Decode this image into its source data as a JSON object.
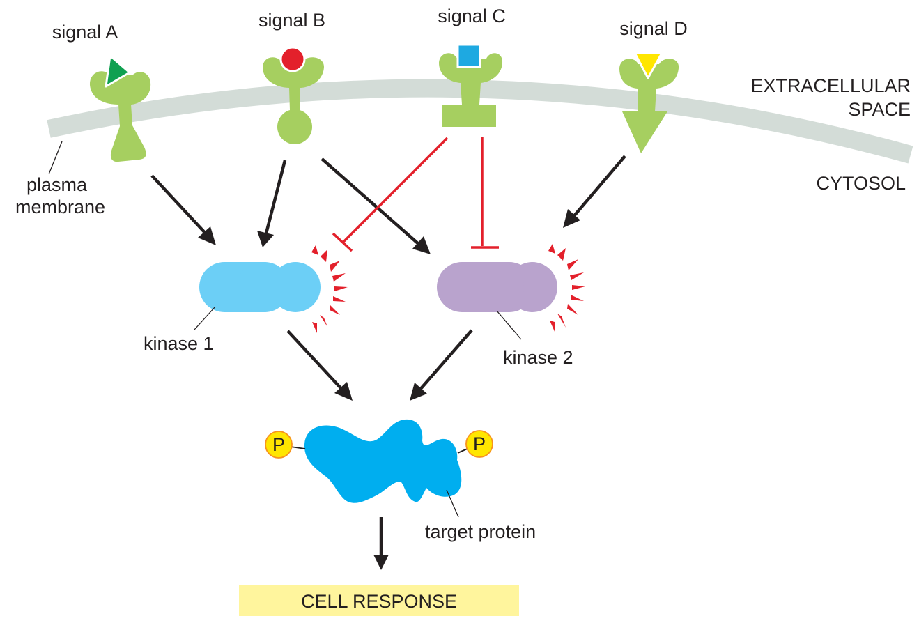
{
  "labels": {
    "signal_a": "signal A",
    "signal_b": "signal B",
    "signal_c": "signal C",
    "signal_d": "signal D",
    "extracellular_line1": "EXTRACELLULAR",
    "extracellular_line2": "SPACE",
    "cytosol": "CYTOSOL",
    "membrane_line1": "plasma",
    "membrane_line2": "membrane",
    "kinase_1": "kinase 1",
    "kinase_2": "kinase 2",
    "phosphate": "P",
    "target_protein": "target protein",
    "cell_response": "CELL RESPONSE"
  },
  "colors": {
    "membrane": "#d3dcd7",
    "receptor": "#a6cf60",
    "signal_a": "#10a050",
    "signal_b": "#e3202b",
    "signal_c": "#1ea9e1",
    "signal_d": "#ffe600",
    "kinase_1": "#6ccff6",
    "kinase_2": "#b9a3cd",
    "activation_spikes": "#e3202b",
    "target_protein": "#00aeef",
    "phosphate": "#ffe600",
    "arrows": "#231f20",
    "inhibition": "#e3202b",
    "cell_response_box": "#fff59d"
  },
  "icons": {
    "signal_a": "triangle",
    "signal_b": "circle",
    "signal_c": "square",
    "signal_d": "inverted-triangle"
  }
}
